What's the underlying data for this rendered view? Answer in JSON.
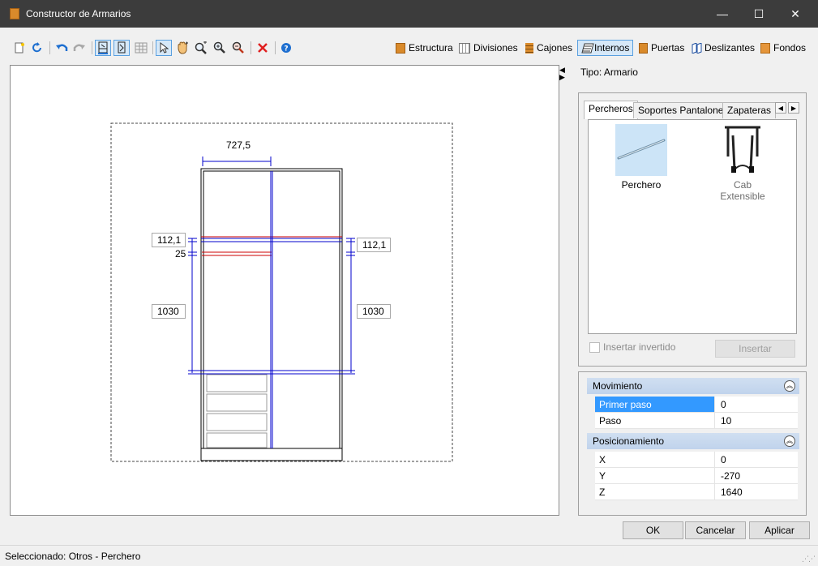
{
  "window": {
    "title": "Constructor de Armarios",
    "minimize_glyph": "—",
    "maximize_glyph": "☐",
    "close_glyph": "✕"
  },
  "toolbar": {
    "icons": [
      "new-icon",
      "refresh-icon",
      "undo-icon",
      "redo-icon",
      "view-front-icon",
      "view-side-icon",
      "grid-icon",
      "pointer-icon",
      "pan-hand-icon",
      "zoom-window-icon",
      "zoom-in-icon",
      "zoom-out-icon",
      "delete-icon",
      "help-icon"
    ],
    "sections": [
      {
        "label": "Estructura",
        "icon": "structure-icon"
      },
      {
        "label": "Divisiones",
        "icon": "divisions-icon"
      },
      {
        "label": "Cajones",
        "icon": "drawers-icon"
      },
      {
        "label": "Internos",
        "icon": "internals-icon"
      },
      {
        "label": "Puertas",
        "icon": "doors-icon"
      },
      {
        "label": "Deslizantes",
        "icon": "sliding-icon"
      },
      {
        "label": "Fondos",
        "icon": "backs-icon"
      }
    ],
    "active_section": "Internos"
  },
  "drawing": {
    "width_dim": "727,5",
    "left_top_dim": "112,1",
    "left_small_dim": "25",
    "left_main_dim": "1030",
    "right_top_dim": "112,1",
    "right_main_dim": "1030"
  },
  "side": {
    "tipo": "Tipo: Armario",
    "tabs": [
      "Percheros",
      "Soportes Pantalones",
      "Zapateras"
    ],
    "selected_tab": "Percheros",
    "items": [
      {
        "label": "Perchero",
        "selected": true
      },
      {
        "label": "Cab Extensible",
        "selected": false
      }
    ],
    "insert_inverted_label": "Insertar invertido",
    "insert_label": "Insertar"
  },
  "props": {
    "categories": [
      {
        "name": "Movimiento",
        "rows": [
          {
            "name": "Primer paso",
            "value": "0"
          },
          {
            "name": "Paso",
            "value": "10"
          }
        ]
      },
      {
        "name": "Posicionamiento",
        "rows": [
          {
            "name": "X",
            "value": "0"
          },
          {
            "name": "Y",
            "value": "-270"
          },
          {
            "name": "Z",
            "value": "1640"
          }
        ]
      }
    ]
  },
  "buttons": {
    "ok": "OK",
    "cancel": "Cancelar",
    "apply": "Aplicar"
  },
  "status": {
    "text": "Seleccionado: Otros - Perchero"
  },
  "colors": {
    "accent": "#3399ff",
    "selection_blue": "#0000cc",
    "highlight_red": "#cc0000"
  }
}
